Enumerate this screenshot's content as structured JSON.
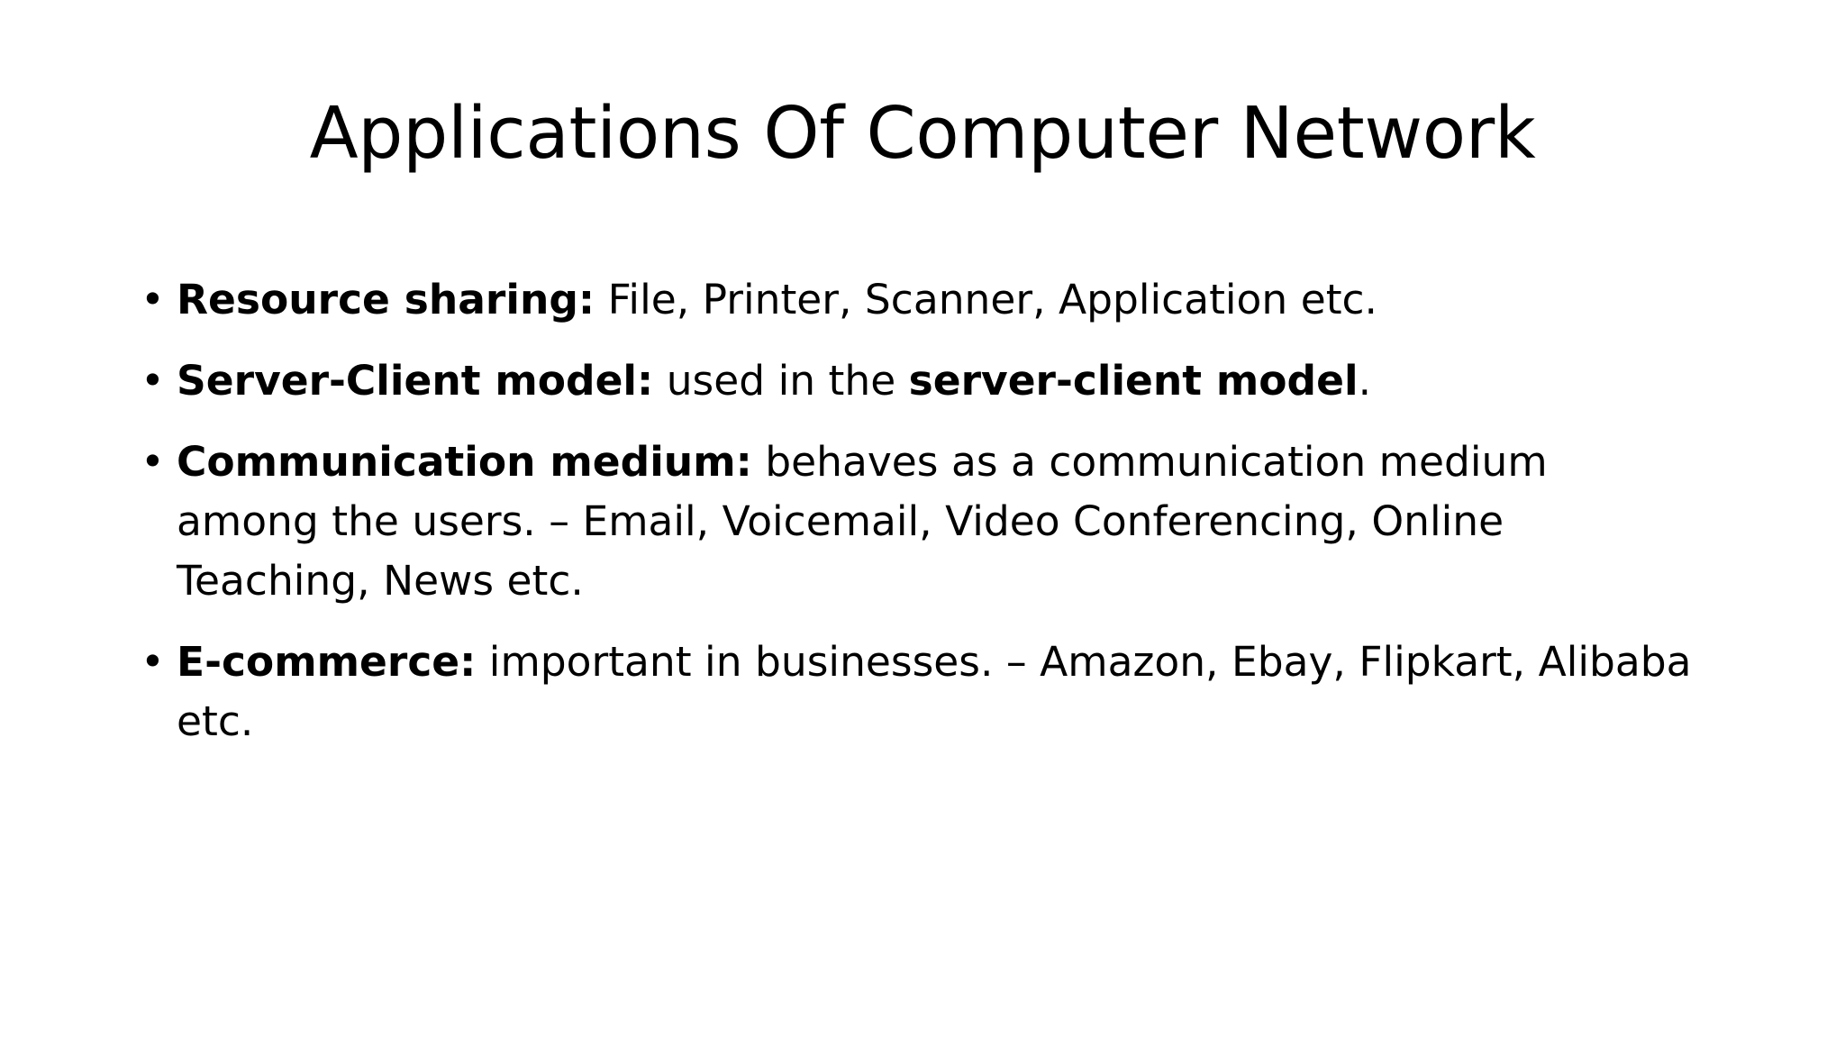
{
  "slide": {
    "title": "Applications Of Computer Network",
    "background_color": "#ffffff",
    "text_color": "#000000",
    "bullet_marker": "•",
    "bullets": [
      {
        "lead": "Resource sharing:",
        "rest": " File, Printer, Scanner, Application etc.",
        "emphasis": "",
        "tail": ""
      },
      {
        "lead": "Server-Client model:",
        "rest": " used in the ",
        "emphasis": "server-client model",
        "tail": "."
      },
      {
        "lead": "Communication medium:",
        "rest": " behaves as a communication medium among the users. – Email, Voicemail, Video Conferencing, Online Teaching, News etc.",
        "emphasis": "",
        "tail": ""
      },
      {
        "lead": "E-commerce:",
        "rest": " important in businesses. – Amazon, Ebay, Flipkart, Alibaba etc.",
        "emphasis": "",
        "tail": ""
      }
    ]
  }
}
